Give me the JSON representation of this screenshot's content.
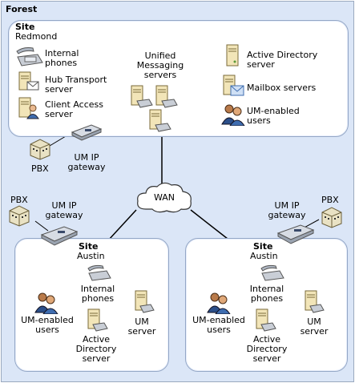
{
  "forest": {
    "label": "Forest"
  },
  "redmond": {
    "site_label": "Site",
    "name": "Redmond",
    "internal_phones": "Internal\nphones",
    "hub_transport": "Hub Transport\nserver",
    "client_access": "Client Access\nserver",
    "um_servers": "Unified\nMessaging\nservers",
    "active_directory": "Active Directory\nserver",
    "mailbox": "Mailbox servers",
    "um_users": "UM-enabled\nusers",
    "pbx": "PBX",
    "gateway": "UM IP\ngateway"
  },
  "wan": {
    "label": "WAN"
  },
  "austin_left": {
    "site_label": "Site",
    "name": "Austin",
    "pbx": "PBX",
    "gateway": "UM IP\ngateway",
    "internal_phones": "Internal\nphones",
    "um_users": "UM-enabled\nusers",
    "active_directory": "Active\nDirectory\nserver",
    "um_server": "UM\nserver"
  },
  "austin_right": {
    "site_label": "Site",
    "name": "Austin",
    "pbx": "PBX",
    "gateway": "UM IP\ngateway",
    "internal_phones": "Internal\nphones",
    "um_users": "UM-enabled\nusers",
    "active_directory": "Active\nDirectory\nserver",
    "um_server": "UM\nserver"
  }
}
